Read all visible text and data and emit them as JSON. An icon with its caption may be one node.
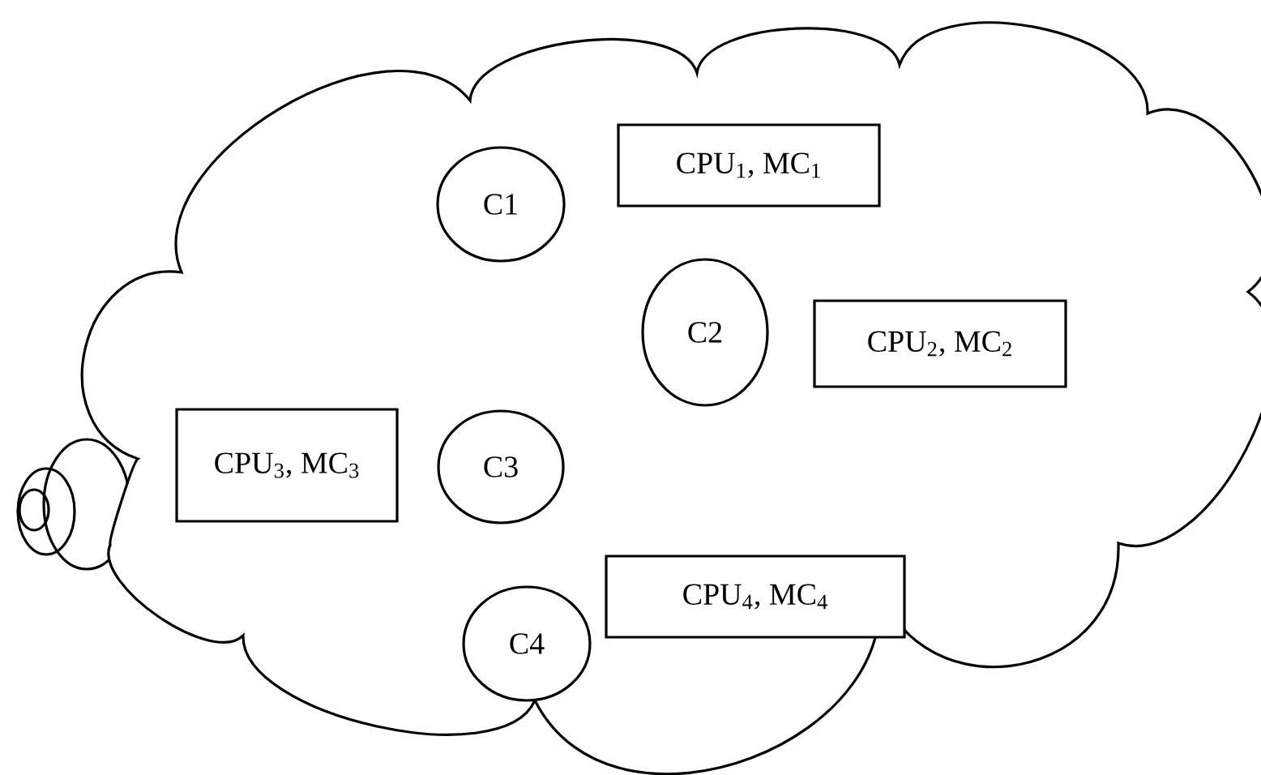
{
  "diagram": {
    "nodes": [
      {
        "text": [],
        "shape": "cloud"
      },
      {
        "text": [
          "C1"
        ],
        "in": 0
      },
      {
        "text": [
          "CPU$_{1}$, MC$_{1}$"
        ],
        "in": 0
      },
      {
        "text": [
          "C2"
        ],
        "in": 0
      },
      {
        "text": [
          "CPU$_{2}$, MC$_{2}$"
        ],
        "in": 0
      },
      {
        "text": [
          "CPU$_{3}$, MC$_{3}$"
        ],
        "in": 0
      },
      {
        "text": [
          "C3"
        ],
        "in": 0
      },
      {
        "text": [
          "CPU$_{4}$, MC$_{4}$"
        ],
        "in": 0
      },
      {
        "text": [
          "C4"
        ],
        "in": 0
      }
    ]
  }
}
